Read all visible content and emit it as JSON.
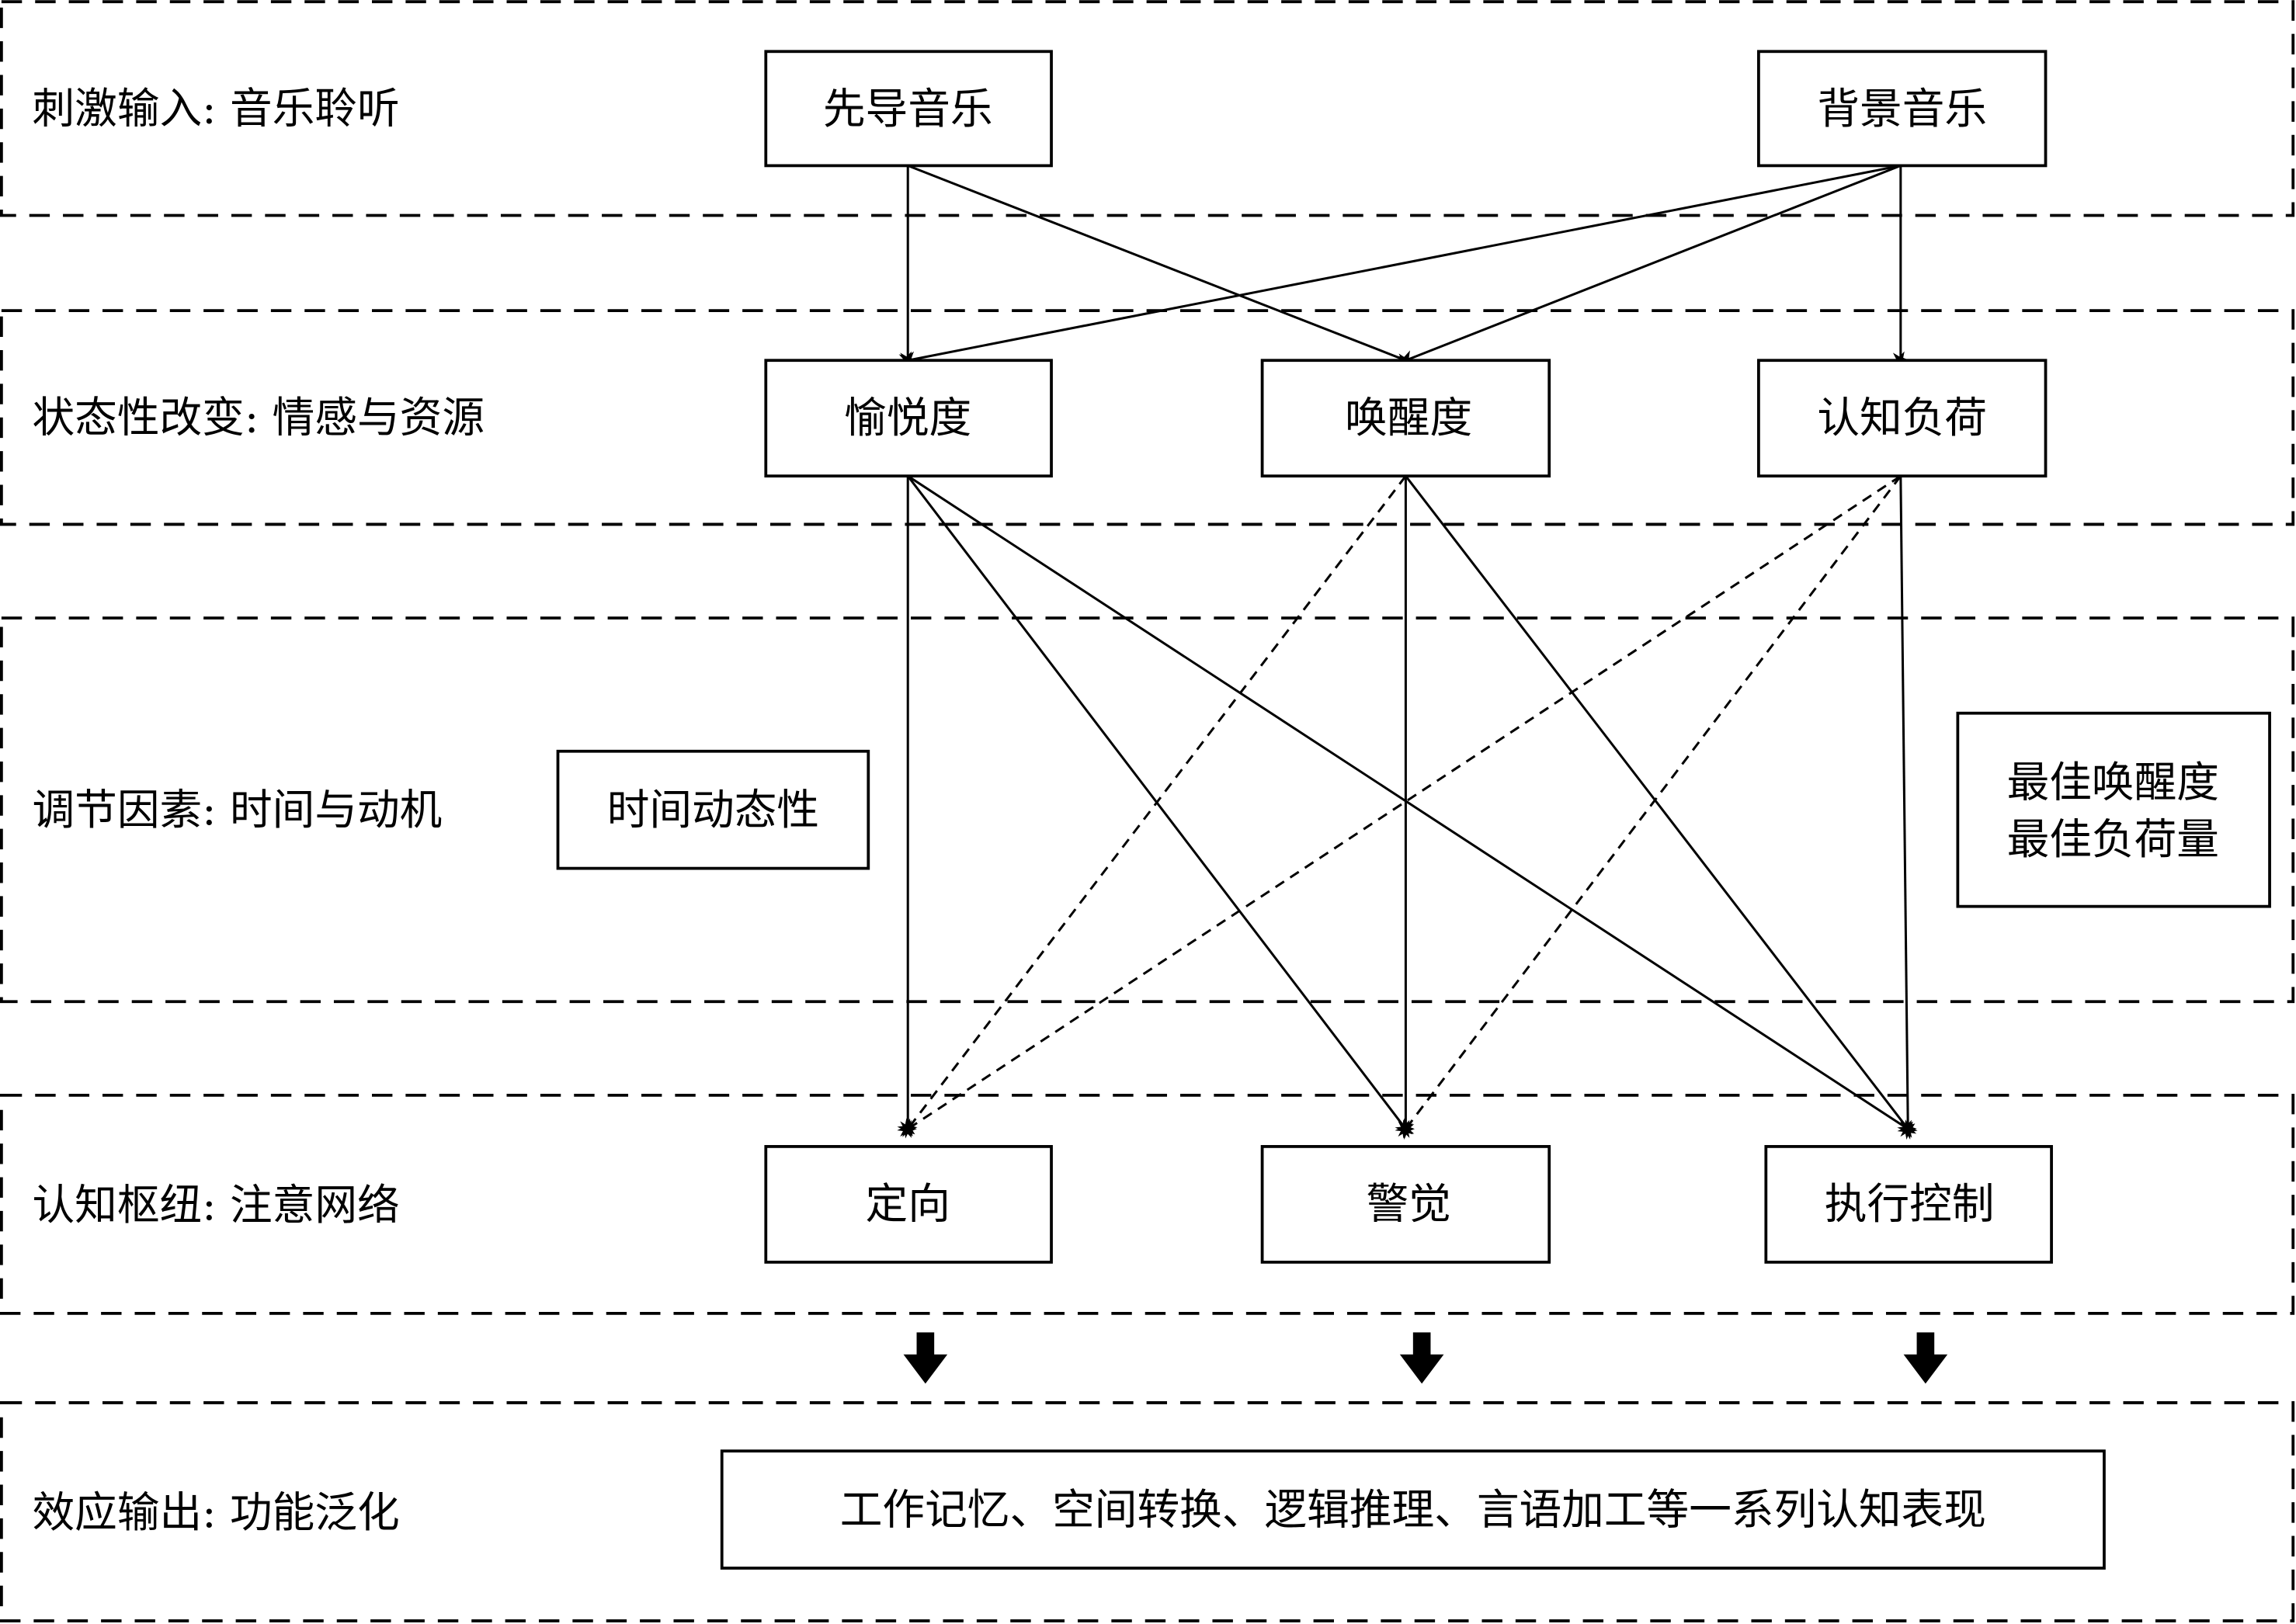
{
  "layers": [
    {
      "id": "input",
      "label": "刺激输入: 音乐聆听"
    },
    {
      "id": "state",
      "label": "状态性改变: 情感与资源"
    },
    {
      "id": "moderator",
      "label": "调节因素: 时间与动机"
    },
    {
      "id": "hub",
      "label": "认知枢纽: 注意网络"
    },
    {
      "id": "output",
      "label": "效应输出: 功能泛化"
    }
  ],
  "nodes": {
    "lead_music": "先导音乐",
    "bg_music": "背景音乐",
    "pleasure": "愉悦度",
    "arousal": "唤醒度",
    "load": "认知负荷",
    "time_dynamics": "时间动态性",
    "optimal_1": "最佳唤醒度",
    "optimal_2": "最佳负荷量",
    "orienting": "定向",
    "alerting": "警觉",
    "executive": "执行控制",
    "outcome": "工作记忆、空间转换、逻辑推理、言语加工等一系列认知表现"
  },
  "edges": [
    {
      "from": "lead_music",
      "to": "pleasure",
      "style": "solid"
    },
    {
      "from": "lead_music",
      "to": "arousal",
      "style": "solid"
    },
    {
      "from": "bg_music",
      "to": "pleasure",
      "style": "solid"
    },
    {
      "from": "bg_music",
      "to": "arousal",
      "style": "solid"
    },
    {
      "from": "bg_music",
      "to": "load",
      "style": "solid"
    },
    {
      "from": "pleasure",
      "to": "orienting",
      "style": "solid"
    },
    {
      "from": "pleasure",
      "to": "alerting",
      "style": "solid"
    },
    {
      "from": "pleasure",
      "to": "executive",
      "style": "solid"
    },
    {
      "from": "arousal",
      "to": "orienting",
      "style": "dashed"
    },
    {
      "from": "arousal",
      "to": "alerting",
      "style": "solid"
    },
    {
      "from": "arousal",
      "to": "executive",
      "style": "solid"
    },
    {
      "from": "load",
      "to": "orienting",
      "style": "dashed"
    },
    {
      "from": "load",
      "to": "alerting",
      "style": "dashed"
    },
    {
      "from": "load",
      "to": "executive",
      "style": "solid"
    }
  ]
}
